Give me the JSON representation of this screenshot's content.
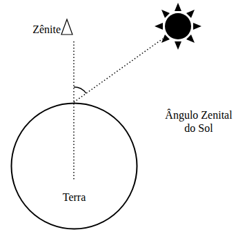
{
  "diagram": {
    "nodes": [
      {
        "text": [
          "Terra"
        ]
      }
    ],
    "labels": [
      "Zênite",
      "Ângulo Zenital do Sol"
    ]
  }
}
